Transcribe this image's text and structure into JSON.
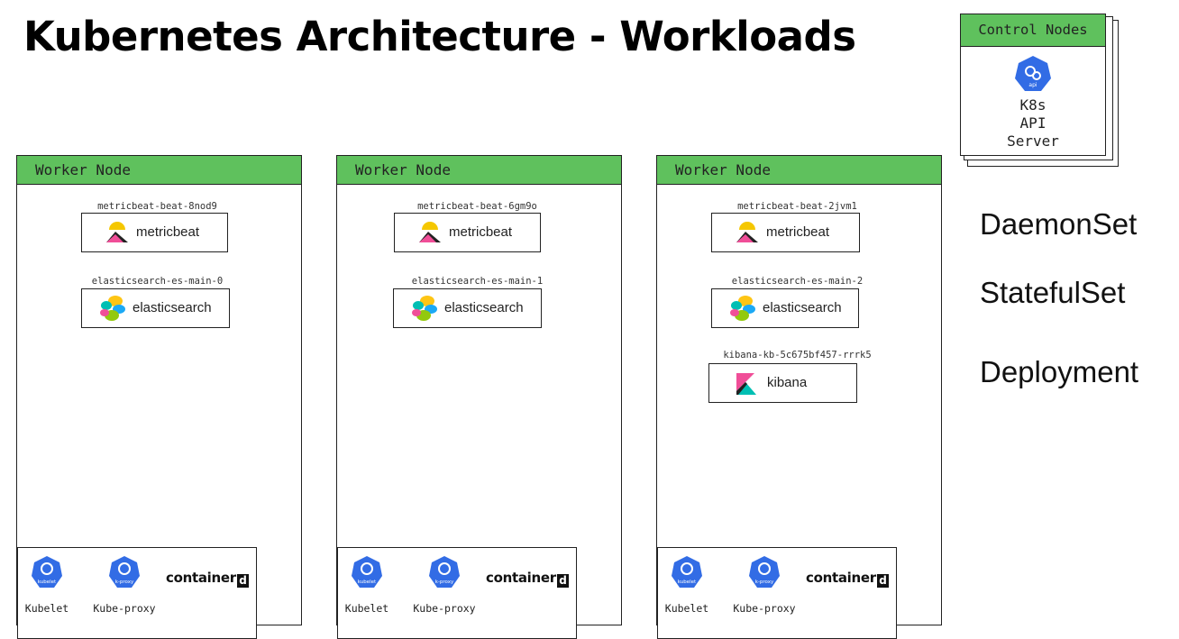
{
  "title": "Kubernetes Architecture - Workloads",
  "control": {
    "header": "Control Nodes",
    "lines": [
      "K8s",
      "API",
      "Server"
    ]
  },
  "workers": [
    {
      "header": "Worker Node",
      "pods": [
        {
          "label": "metricbeat-beat-8nod9",
          "name": "metricbeat"
        },
        {
          "label": "elasticsearch-es-main-0",
          "name": "elasticsearch"
        }
      ],
      "components": {
        "kubelet": "Kubelet",
        "kubeproxy": "Kube-proxy",
        "runtime": "container",
        "runtime_box": "d"
      }
    },
    {
      "header": "Worker Node",
      "pods": [
        {
          "label": "metricbeat-beat-6gm9o",
          "name": "metricbeat"
        },
        {
          "label": "elasticsearch-es-main-1",
          "name": "elasticsearch"
        }
      ],
      "components": {
        "kubelet": "Kubelet",
        "kubeproxy": "Kube-proxy",
        "runtime": "container",
        "runtime_box": "d"
      }
    },
    {
      "header": "Worker Node",
      "pods": [
        {
          "label": "metricbeat-beat-2jvm1",
          "name": "metricbeat"
        },
        {
          "label": "elasticsearch-es-main-2",
          "name": "elasticsearch"
        },
        {
          "label": "kibana-kb-5c675bf457-rrrk5",
          "name": "kibana"
        }
      ],
      "components": {
        "kubelet": "Kubelet",
        "kubeproxy": "Kube-proxy",
        "runtime": "container",
        "runtime_box": "d"
      }
    }
  ],
  "legend": [
    "DaemonSet",
    "StatefulSet",
    "Deployment"
  ],
  "icons": {
    "k8s_badge_text": "kubelet",
    "proxy_badge_text": "k-proxy",
    "api_badge_text": "api"
  },
  "colors": {
    "header_green": "#5fc15d",
    "k8s_blue": "#326ce5"
  }
}
